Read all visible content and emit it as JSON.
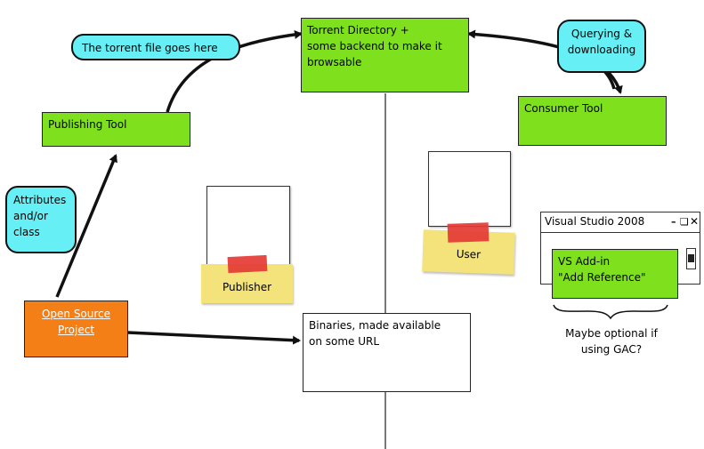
{
  "torrent_directory": "Torrent Directory +\nsome backend to make it\nbrowsable",
  "torrent_file_bubble": "The torrent file goes here",
  "querying_bubble": "Querying &\ndownloading",
  "publishing_tool": "Publishing Tool",
  "consumer_tool": "Consumer Tool",
  "attributes_bubble": "Attributes\nand/or\nclass",
  "publisher_label": "Publisher",
  "user_label": "User",
  "vs_window_title": "Visual Studio 2008",
  "vs_addin": "VS Add-in\n\"Add Reference\"",
  "maybe_optional": "Maybe optional if\nusing GAC?",
  "open_source_project": "Open Source\nProject",
  "binaries_box": "Binaries, made available\non some URL",
  "colors": {
    "green": "#7fe01e",
    "cyan": "#66f0f5",
    "orange": "#f57f17",
    "tape_red": "#e53935",
    "note_yellow": "#f3e37a"
  }
}
